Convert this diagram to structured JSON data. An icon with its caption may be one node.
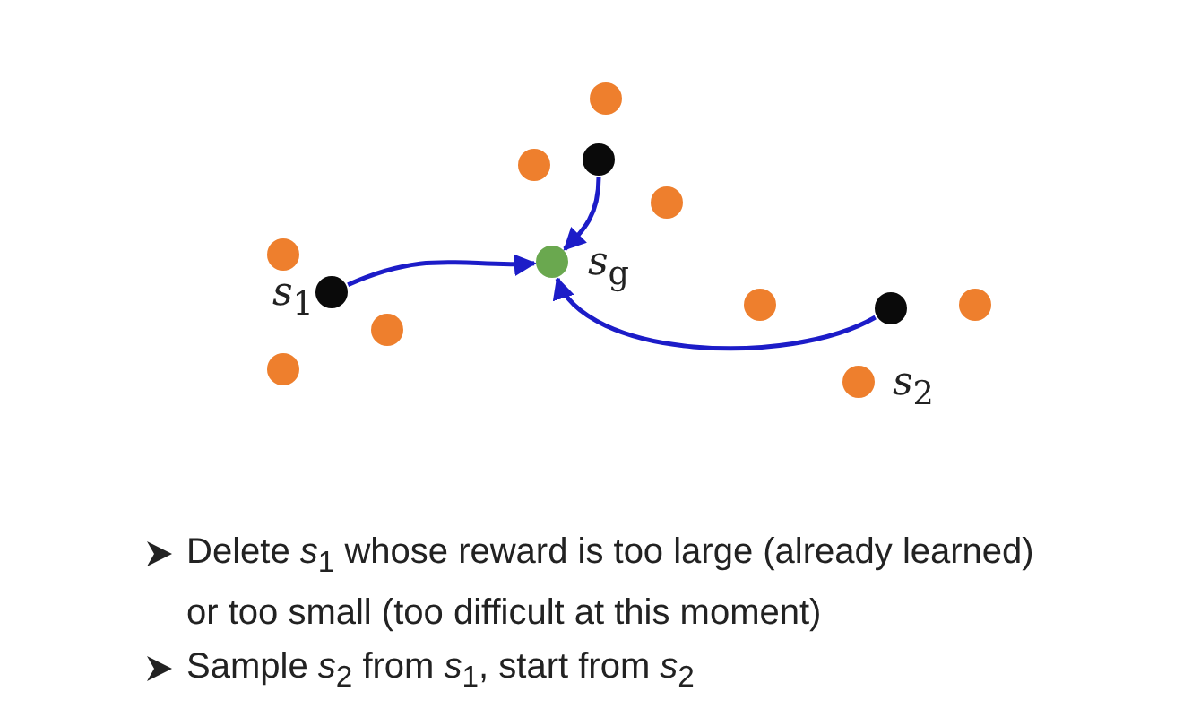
{
  "diagram": {
    "nodes": [
      {
        "text": [],
        "shape": "circle"
      },
      {
        "text": [],
        "shape": "circle"
      },
      {
        "text": [],
        "shape": "circle"
      },
      {
        "text": [],
        "shape": "circle"
      },
      {
        "text": [],
        "shape": "circle"
      },
      {
        "text": [],
        "shape": "circle",
        "beside": [
          "*s*$_{g}$"
        ]
      },
      {
        "text": [],
        "shape": "circle",
        "beside": [
          "*s*$_{1}$"
        ]
      },
      {
        "text": [],
        "shape": "circle"
      },
      {
        "text": [],
        "shape": "circle"
      },
      {
        "text": [],
        "shape": "circle"
      },
      {
        "text": [],
        "shape": "circle"
      },
      {
        "text": [],
        "shape": "circle"
      },
      {
        "text": [],
        "shape": "circle",
        "beside": [
          "*s*$_{2}$"
        ]
      }
    ],
    "edges": [
      {
        "from": 6,
        "to": 5,
        "arrow": "to"
      },
      {
        "from": 1,
        "to": 5,
        "arrow": "to"
      },
      {
        "from": 8,
        "to": 5,
        "arrow": "to"
      }
    ],
    "labels": [
      "Delete *s*$_{1}$ whose reward is too large (already learned) or too small (too difficult at this moment)",
      "Sample *s*$_{2}$ from *s*$_{1}$, start from *s*$_{2}$"
    ]
  }
}
